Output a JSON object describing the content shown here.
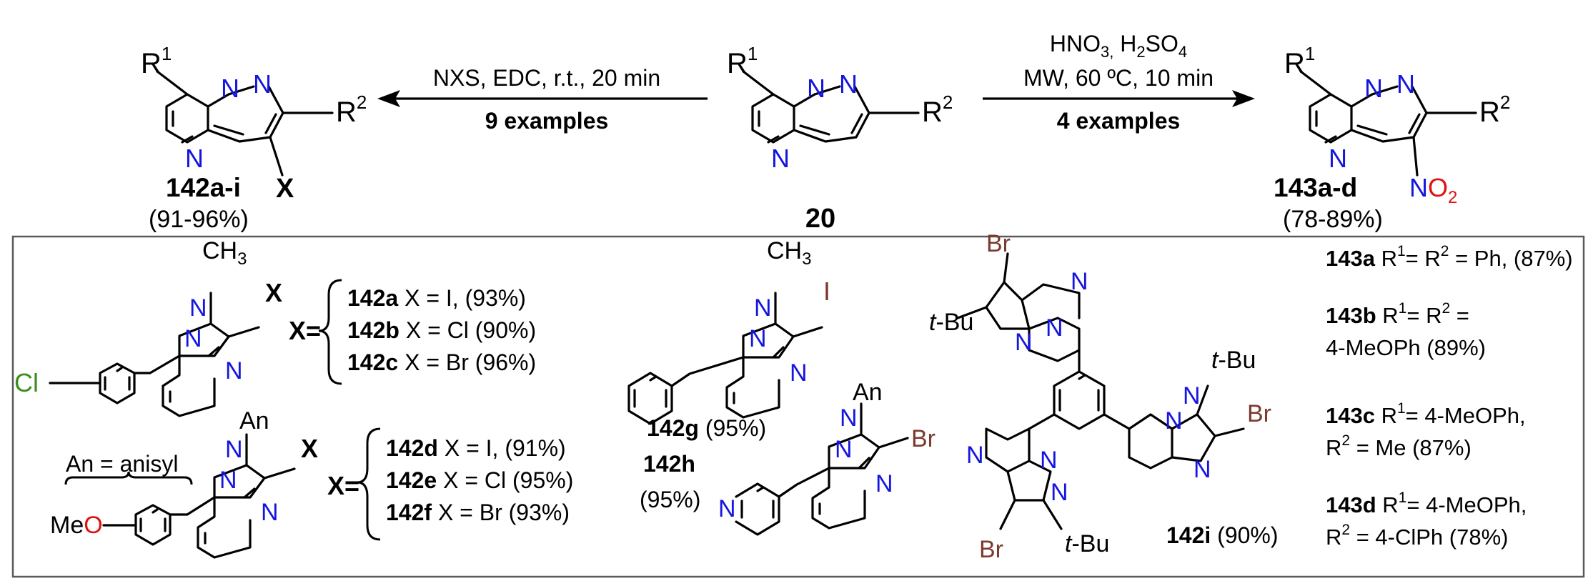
{
  "colors": {
    "nitrogen": "#1515e0",
    "oxygen": "#e01010",
    "chlorine": "#3a8f1c",
    "bromine": "#7b3a30",
    "carbon": "#000000"
  },
  "atoms": {
    "N": "N",
    "O": "O",
    "Cl": "Cl",
    "Br": "Br",
    "I": "I",
    "X": "X",
    "MeO": "Me",
    "CH3": "CH",
    "sub3": "3",
    "tBu": "t",
    "Bu": "-Bu",
    "R": "R",
    "sup1": "1",
    "sup2": "2",
    "sub2": "2",
    "An": "An"
  },
  "top": {
    "left_product": {
      "label": "142a-i",
      "yield": "(91-96%)"
    },
    "center": {
      "label": "20"
    },
    "right_product": {
      "label": "143a-d",
      "yield": "(78-89%)"
    },
    "left_arrow": {
      "reagents": "NXS, EDC, r.t., 20 min",
      "examples": "9 examples"
    },
    "right_arrow": {
      "reagents_a": "HNO",
      "reagents_a_sub": "3,",
      "reagents_b": " H",
      "reagents_b_sub": "2",
      "reagents_c": "SO",
      "reagents_c_sub": "4",
      "conditions": "MW, 60 ºC, 10 min",
      "examples": "4 examples"
    }
  },
  "box": {
    "x_eq": "X=",
    "group1": [
      {
        "id": "142a",
        "text": " X = I, (93%)"
      },
      {
        "id": "142b",
        "text": " X = Cl (90%)"
      },
      {
        "id": "142c",
        "text": " X = Br (96%)"
      }
    ],
    "an_def": "An = anisyl",
    "group2": [
      {
        "id": "142d",
        "text": " X = I, (91%)"
      },
      {
        "id": "142e",
        "text": " X = Cl (95%)"
      },
      {
        "id": "142f",
        "text": " X = Br (93%)"
      }
    ],
    "c142g": {
      "id": "142g",
      "yield": " (95%)"
    },
    "c142h": {
      "id": "142h",
      "yield": "(95%)"
    },
    "c142i": {
      "id": "142i",
      "yield": " (90%)"
    },
    "c143a": {
      "id": "143a",
      "t1": " R",
      "t2": "= R",
      "t3": " = Ph, (87%)"
    },
    "c143b": {
      "id": "143b",
      "t1": " R",
      "t2": "= R",
      "t3": " =",
      "line2": "4-MeOPh (89%)"
    },
    "c143c": {
      "id": "143c",
      "t1": " R",
      "t2": "= 4-MeOPh,",
      "l2a": "R",
      "l2b": " = Me (87%)"
    },
    "c143d": {
      "id": "143d",
      "t1": " R",
      "t2": "= 4-MeOPh,",
      "l2a": "R",
      "l2b": " = 4-ClPh (78%)"
    }
  }
}
